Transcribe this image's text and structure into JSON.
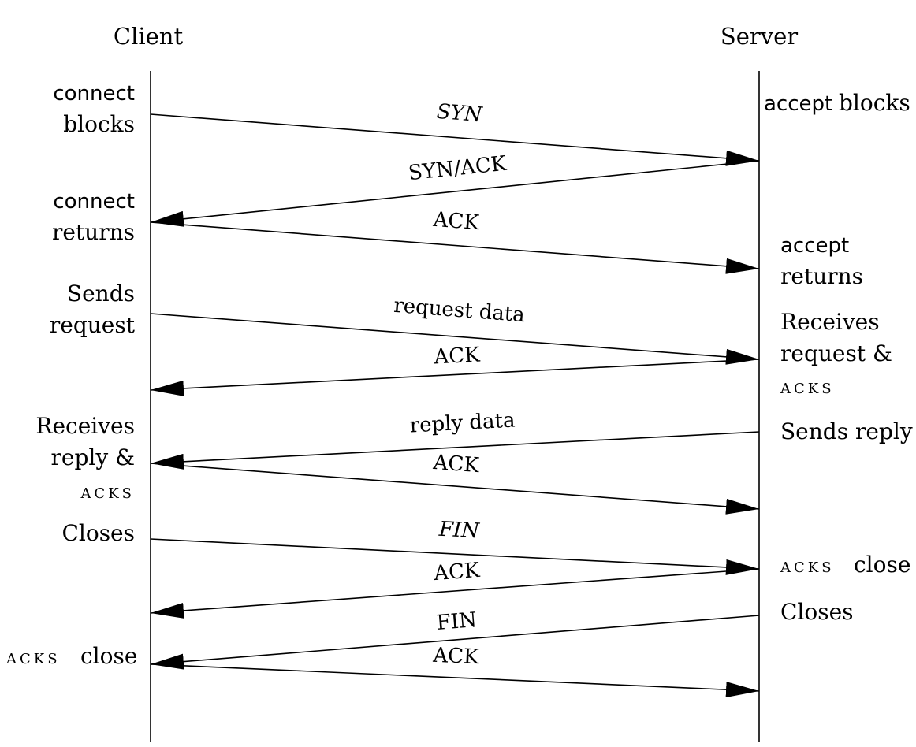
{
  "headers": {
    "client": "Client",
    "server": "Server"
  },
  "client_notes": {
    "connect_blocks": [
      "connect",
      "blocks"
    ],
    "connect_returns": [
      "connect",
      "returns"
    ],
    "sends_request": [
      "Sends",
      "request"
    ],
    "receives_reply": [
      "Receives",
      "reply &",
      "ACKS"
    ],
    "closes": "Closes",
    "acks_close": [
      "ACKS",
      "close"
    ]
  },
  "server_notes": {
    "accept_blocks": [
      "accept",
      "blocks"
    ],
    "accept_returns": [
      "accept",
      "returns"
    ],
    "receives_request": [
      "Receives",
      "request &",
      "ACKS"
    ],
    "sends_reply": "Sends reply",
    "acks_close": [
      "ACKS",
      "close"
    ],
    "closes": "Closes"
  },
  "messages": [
    {
      "label": "SYN",
      "direction": "client-to-server"
    },
    {
      "label": "SYN/ACK",
      "direction": "server-to-client"
    },
    {
      "label": "ACK",
      "direction": "client-to-server"
    },
    {
      "label": "request data",
      "direction": "client-to-server"
    },
    {
      "label": "ACK",
      "direction": "server-to-client"
    },
    {
      "label": "reply data",
      "direction": "server-to-client"
    },
    {
      "label": "ACK",
      "direction": "client-to-server"
    },
    {
      "label": "FIN",
      "direction": "client-to-server"
    },
    {
      "label": "ACK",
      "direction": "server-to-client"
    },
    {
      "label": "FIN",
      "direction": "server-to-client"
    },
    {
      "label": "ACK",
      "direction": "client-to-server"
    }
  ]
}
